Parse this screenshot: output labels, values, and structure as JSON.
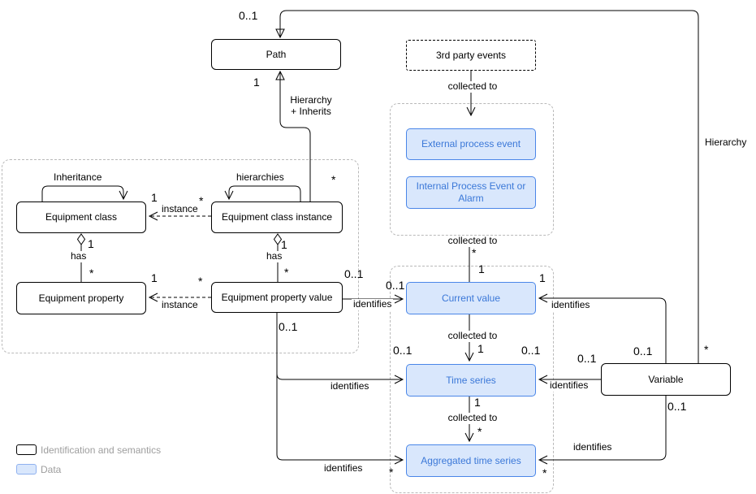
{
  "colors": {
    "data_fill": "#d9e7fc",
    "data_stroke": "#4a86e8",
    "data_text": "#3b78d8",
    "container_stroke": "#b9b9b9",
    "legend_text": "#9e9e9e"
  },
  "nodes": {
    "path": {
      "label": "Path",
      "kind": "identification"
    },
    "third_party_events": {
      "label": "3rd party events",
      "kind": "external"
    },
    "external_process_event": {
      "label": "External process event",
      "kind": "data"
    },
    "internal_process_event": {
      "label": "Internal Process Event or Alarm",
      "kind": "data"
    },
    "equipment_class": {
      "label": "Equipment class",
      "kind": "identification"
    },
    "equipment_class_instance": {
      "label": "Equipment class instance",
      "kind": "identification"
    },
    "equipment_property": {
      "label": "Equipment property",
      "kind": "identification"
    },
    "equipment_property_value": {
      "label": "Equipment property value",
      "kind": "identification"
    },
    "current_value": {
      "label": "Current value",
      "kind": "data"
    },
    "time_series": {
      "label": "Time series",
      "kind": "data"
    },
    "aggregated_time_series": {
      "label": "Aggregated time series",
      "kind": "data"
    },
    "variable": {
      "label": "Variable",
      "kind": "identification"
    }
  },
  "edge_labels": {
    "path_parent_mult": "0..1",
    "path_child_mult": "1",
    "hierarchy_inherits": "Hierarchy\n+ Inherits",
    "eci_hierarchy_mult": "*",
    "variable_hierarchy_label": "Hierarchy",
    "variable_hierarchy_mult": "*",
    "variable_current_mult": "0..1",
    "third_party_collected": "collected to",
    "current_event_collected": "collected to",
    "current_event_mult_events": "*",
    "current_event_mult_current": "1",
    "current_ts_collected": "collected to",
    "current_ts_mult": "1",
    "ts_ats_mult_ts": "1",
    "ts_ats_collected": "collected to",
    "ts_ats_mult_ats": "*",
    "class_instance_mult_class": "1",
    "class_instance_mult_instance": "*",
    "class_instance_label": "instance",
    "prop_value_mult_prop": "1",
    "prop_value_mult_value": "*",
    "prop_value_label": "instance",
    "class_has_mult_class": "1",
    "class_has_label": "has",
    "class_has_mult_prop": "*",
    "eci_has_mult_eci": "1",
    "eci_has_label": "has",
    "eci_has_mult_epv": "*",
    "inheritance_label": "Inheritance",
    "hierarchies_label": "hierarchies",
    "epv_cv_mult_epv": "0..1",
    "epv_cv_mult_cv": "0..1",
    "epv_cv_label": "identifies",
    "epv_down_mult": "0..1",
    "epv_ts_mult_ts": "0..1",
    "epv_ts_label": "identifies",
    "epv_ats_label": "identifies",
    "epv_ats_mult_ats": "*",
    "var_cv_mult_cv": "1",
    "var_cv_label": "identifies",
    "var_ts_mult_ts": "0..1",
    "var_ts_mult_var": "0..1",
    "var_ts_label": "identifies",
    "var_ats_mult_var": "0..1",
    "var_ats_label": "identifies",
    "var_ats_mult_ats": "*"
  },
  "legend": {
    "items": [
      {
        "label": "Identification and semantics",
        "swatch": "plain"
      },
      {
        "label": "Data",
        "swatch": "data"
      }
    ]
  }
}
